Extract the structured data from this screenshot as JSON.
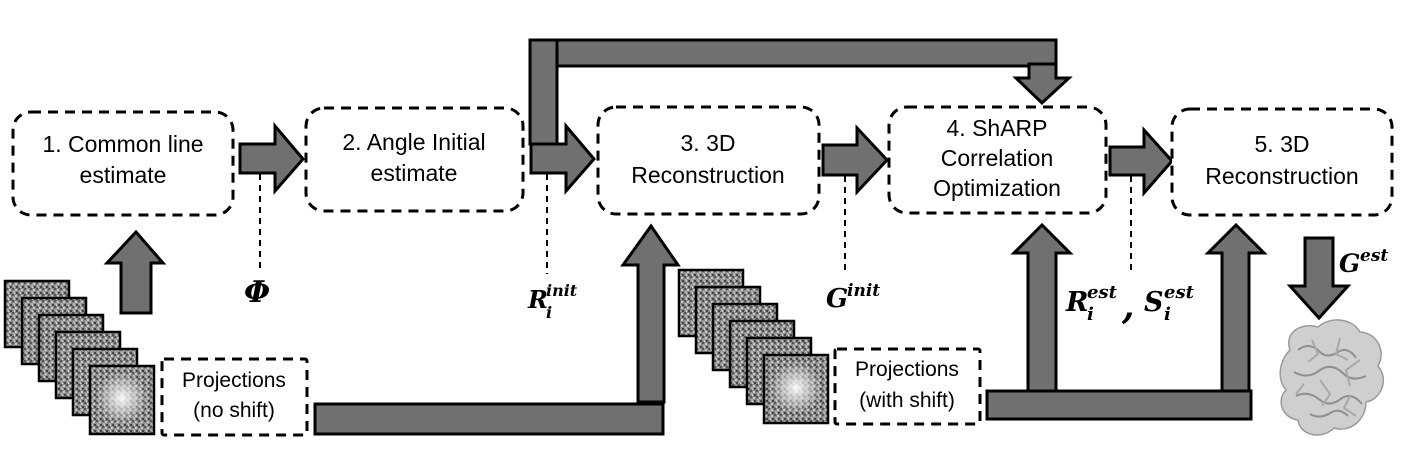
{
  "steps": [
    {
      "id": 1,
      "lines": [
        "1. Common line",
        "estimate"
      ]
    },
    {
      "id": 2,
      "lines": [
        "2. Angle Initial",
        "estimate"
      ]
    },
    {
      "id": 3,
      "lines": [
        "3. 3D",
        "Reconstruction"
      ]
    },
    {
      "id": 4,
      "lines": [
        "4. ShARP",
        "Correlation",
        "Optimization"
      ]
    },
    {
      "id": 5,
      "lines": [
        "5. 3D",
        "Reconstruction"
      ]
    }
  ],
  "inputs": {
    "no_shift": [
      "Projections",
      "(no shift)"
    ],
    "with_shift": [
      "Projections",
      "(with shift)"
    ]
  },
  "outputs": {
    "phi": "Φ",
    "r_init": {
      "base": "R",
      "sub": "i",
      "sup": "init"
    },
    "g_init": {
      "base": "G",
      "sup": "init"
    },
    "r_est": {
      "base": "R",
      "sub": "i",
      "sup": "est"
    },
    "separator": ",",
    "s_est": {
      "base": "S",
      "sub": "i",
      "sup": "est"
    },
    "g_est": {
      "base": "G",
      "sup": "est"
    }
  },
  "colors": {
    "arrow_fill": "#707070",
    "outline": "#000000",
    "background": "#ffffff"
  },
  "icons": [
    "projection-stack",
    "reconstructed-volume"
  ]
}
